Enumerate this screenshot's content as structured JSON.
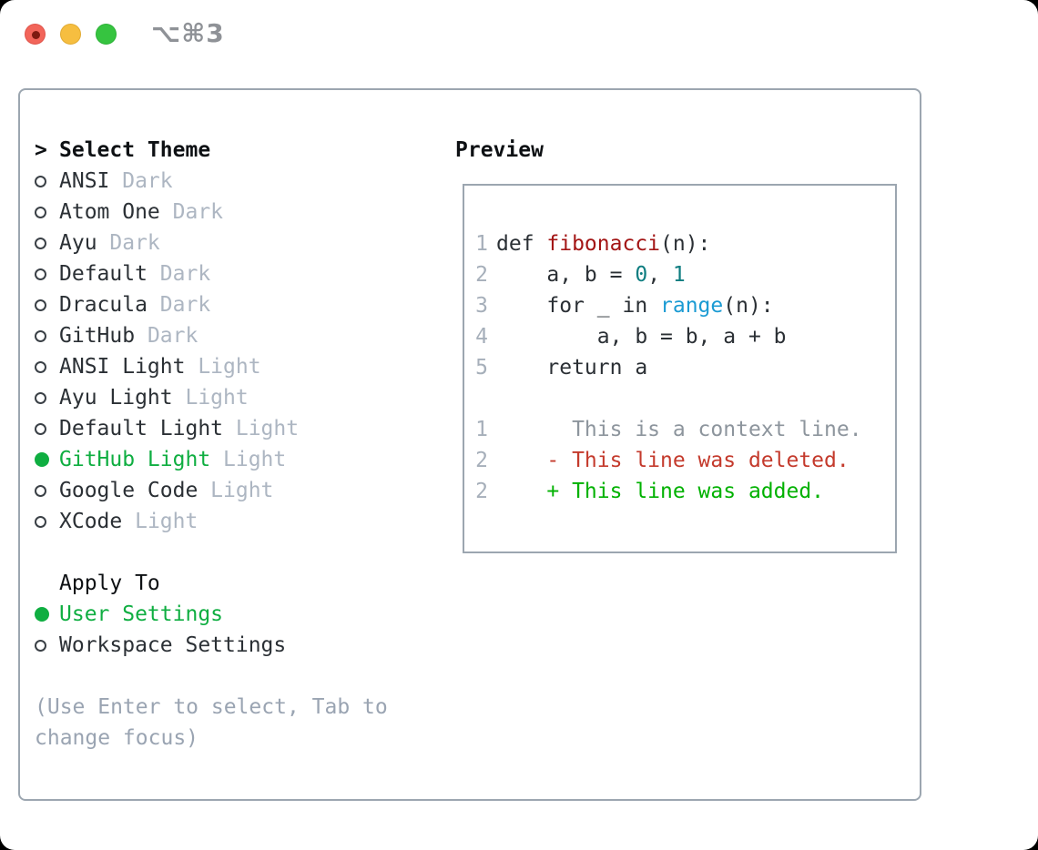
{
  "window": {
    "title": "⌥⌘3"
  },
  "picker": {
    "title": "Select Theme",
    "cursor": ">",
    "themes": [
      {
        "name": "ANSI",
        "variant": "Dark",
        "selected": false
      },
      {
        "name": "Atom One",
        "variant": "Dark",
        "selected": false
      },
      {
        "name": "Ayu",
        "variant": "Dark",
        "selected": false
      },
      {
        "name": "Default",
        "variant": "Dark",
        "selected": false
      },
      {
        "name": "Dracula",
        "variant": "Dark",
        "selected": false
      },
      {
        "name": "GitHub",
        "variant": "Dark",
        "selected": false
      },
      {
        "name": "ANSI Light",
        "variant": "Light",
        "selected": false
      },
      {
        "name": "Ayu Light",
        "variant": "Light",
        "selected": false
      },
      {
        "name": "Default Light",
        "variant": "Light",
        "selected": false
      },
      {
        "name": "GitHub Light",
        "variant": "Light",
        "selected": true
      },
      {
        "name": "Google Code",
        "variant": "Light",
        "selected": false
      },
      {
        "name": "XCode",
        "variant": "Light",
        "selected": false
      }
    ],
    "apply_title": "Apply To",
    "apply_options": [
      {
        "name": "User Settings",
        "selected": true
      },
      {
        "name": "Workspace Settings",
        "selected": false
      }
    ],
    "hint": "(Use Enter to select, Tab to change focus)"
  },
  "preview": {
    "title": "Preview",
    "lines": [
      {
        "num": "1",
        "segs": [
          {
            "t": "def ",
            "c": "plain"
          },
          {
            "t": "fibonacci",
            "c": "func"
          },
          {
            "t": "(n):",
            "c": "plain"
          }
        ]
      },
      {
        "num": "2",
        "segs": [
          {
            "t": "    a, b = ",
            "c": "plain"
          },
          {
            "t": "0",
            "c": "number"
          },
          {
            "t": ", ",
            "c": "plain"
          },
          {
            "t": "1",
            "c": "number"
          }
        ]
      },
      {
        "num": "3",
        "segs": [
          {
            "t": "    for _ in ",
            "c": "plain"
          },
          {
            "t": "range",
            "c": "builtin"
          },
          {
            "t": "(n):",
            "c": "plain"
          }
        ]
      },
      {
        "num": "4",
        "segs": [
          {
            "t": "        a, b = b, a + b",
            "c": "plain"
          }
        ]
      },
      {
        "num": "5",
        "segs": [
          {
            "t": "    return a",
            "c": "plain"
          }
        ]
      },
      {
        "num": "",
        "segs": []
      },
      {
        "num": "1",
        "segs": [
          {
            "t": "      This is a context line.",
            "c": "context"
          }
        ]
      },
      {
        "num": "2",
        "segs": [
          {
            "t": "    - This line was deleted.",
            "c": "deleted"
          }
        ]
      },
      {
        "num": "2",
        "segs": [
          {
            "t": "    + This line was added.",
            "c": "added"
          }
        ]
      }
    ]
  },
  "colors": {
    "selection_green": "#0fae41",
    "added_green": "#00b100",
    "deleted_red": "#c43a2c",
    "function_red": "#a31515",
    "number_teal": "#0e7d80",
    "builtin_blue": "#1b9bd3",
    "variant_gray": "#adb6c2",
    "line_number_gray": "#a6afba",
    "context_gray": "#8d959d",
    "hint_gray": "#9aa4b2",
    "text_dark": "#2b3035",
    "header_black": "#0e1114",
    "border_gray": "#9ca6b0",
    "traffic_red": "#f2655a",
    "traffic_red_dot": "#7e1a10",
    "traffic_yellow": "#f6be40",
    "traffic_green": "#36c440",
    "title_gray": "#8f9297"
  }
}
